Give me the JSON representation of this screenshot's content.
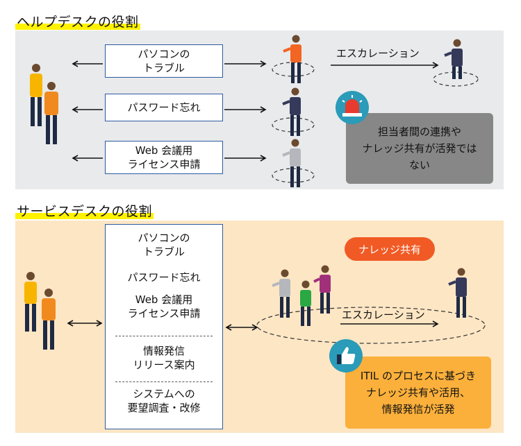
{
  "helpdesk": {
    "heading": "ヘルプデスクの役割",
    "items": [
      "パソコンの\nトラブル",
      "パスワード忘れ",
      "Web 会議用\nライセンス申請"
    ],
    "escalation": "エスカレーション",
    "note": "担当者間の連携や\nナレッジ共有が活発では\nない"
  },
  "servicedesk": {
    "heading": "サービスデスクの役割",
    "items": [
      "パソコンの\nトラブル",
      "パスワード忘れ",
      "Web 会議用\nライセンス申請",
      "情報発信\nリリース案内",
      "システムへの\n要望調査・改修"
    ],
    "knowledge_pill": "ナレッジ共有",
    "escalation": "エスカレーション",
    "note": "ITIL のプロセスに基づき\nナレッジ共有や活用、\n情報発信が活発"
  },
  "colors": {
    "panel1_bg": "#e9eaec",
    "panel2_bg": "#fde6c4",
    "box_border": "#2b5aa0",
    "gray_note": "#878787",
    "orange_note": "#fbb03b",
    "pill": "#f15a24",
    "highlight": "#fff200"
  },
  "icons": [
    "siren-icon",
    "thumbs-up-icon",
    "person-icon"
  ]
}
